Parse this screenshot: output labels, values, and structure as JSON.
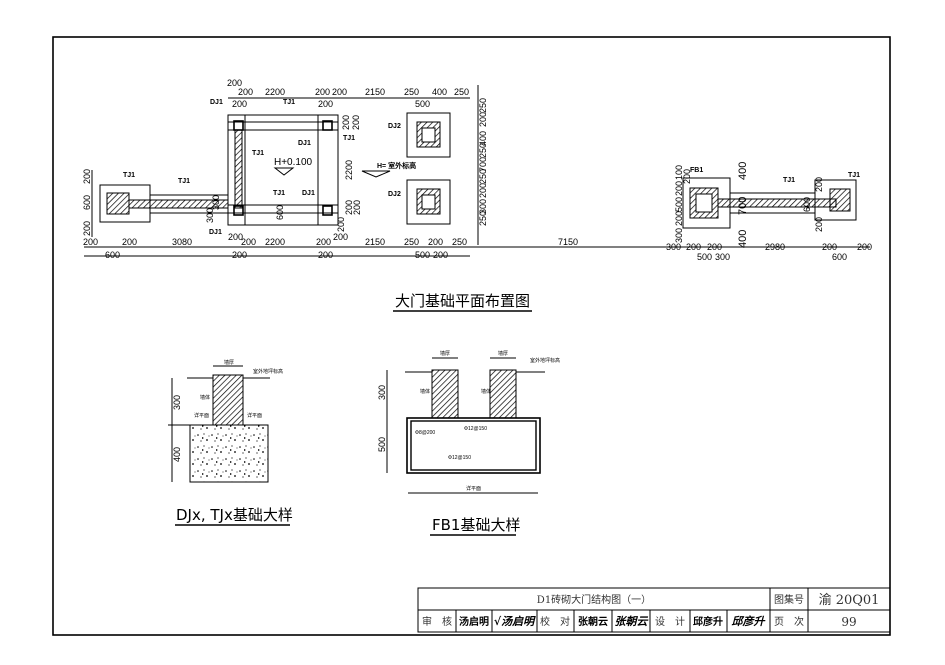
{
  "plan": {
    "title": "大门基础平面布置图",
    "labels": {
      "dj1": "DJ1",
      "dj2": "DJ2",
      "tj1": "TJ1",
      "fb1": "FB1",
      "elev_inner": "H+0.100",
      "elev_outer": "H= 室外标高"
    },
    "top_dims": [
      "200",
      "200",
      "2200",
      "200",
      "200",
      "2150",
      "250",
      "400",
      "250"
    ],
    "top_dims_sub": [
      "200",
      "200",
      "500"
    ],
    "bottom_dims": [
      "200",
      "200",
      "3080",
      "200",
      "200",
      "2200",
      "200",
      "200",
      "2150",
      "250",
      "200",
      "250",
      "7150",
      "300",
      "200",
      "200",
      "2980",
      "200",
      "200"
    ],
    "bottom_dims_sub": [
      "600",
      "200",
      "200",
      "500",
      "200",
      "500",
      "300",
      "600"
    ],
    "left_dims": [
      "200",
      "600",
      "200"
    ],
    "right_dims_dj2": [
      "250",
      "200",
      "400",
      "250",
      "700",
      "250",
      "200",
      "300",
      "250"
    ],
    "inner_dims": [
      "200",
      "200",
      "2200",
      "200",
      "200",
      "300",
      "300",
      "600",
      "200"
    ],
    "fb1_dims": [
      "100",
      "200",
      "200",
      "500",
      "200",
      "300",
      "400",
      "700",
      "400",
      "200",
      "600",
      "200"
    ]
  },
  "detail_djx": {
    "title": "DJx, TJx基础大样",
    "dims": [
      "300",
      "400"
    ],
    "wall_thickness": "墙厚",
    "wall_body": "墙体",
    "see_plan": "详平面",
    "outdoor_level": "室外地坪标高"
  },
  "detail_fb1": {
    "title": "FB1基础大样",
    "dims": [
      "300",
      "500"
    ],
    "wall_thickness": "墙厚",
    "wall_body": "墙体",
    "see_plan": "详平面",
    "outdoor_level": "室外地坪标高",
    "rebar_stirrup": "Φ8@200",
    "rebar_top": "Φ12@150",
    "rebar_bottom": "Φ12@150"
  },
  "title_block": {
    "drawing_title": "D1砖砌大门结构图（一）",
    "atlas_label": "图集号",
    "atlas_no": "渝 20Q01",
    "review_label": "审　核",
    "reviewer": "汤启明",
    "reviewer_sig": "√汤启明",
    "check_label": "校　对",
    "checker": "张朝云",
    "checker_sig": "张朝云",
    "design_label": "设　计",
    "designer": "邱彦升",
    "designer_sig": "邱彦升",
    "page_label": "页　次",
    "page_no": "99"
  }
}
